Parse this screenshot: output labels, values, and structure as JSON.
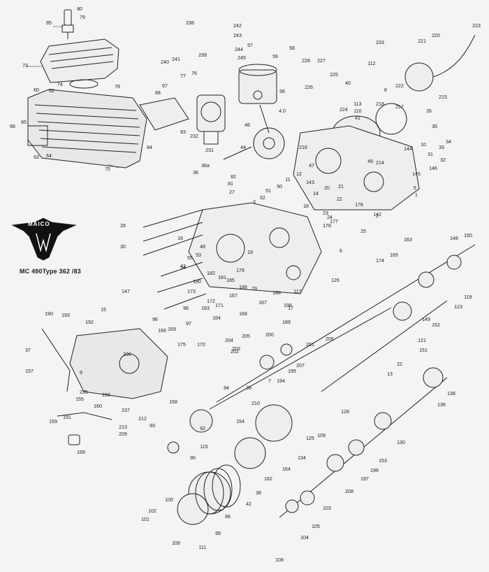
{
  "diagram": {
    "brand_logo_text": "MAICO",
    "model_caption": "MC 490Type 362 /83",
    "part_labels": [
      {
        "id": "85"
      },
      {
        "id": "80"
      },
      {
        "id": "79"
      },
      {
        "id": "73"
      },
      {
        "id": "74"
      },
      {
        "id": "78"
      },
      {
        "id": "60"
      },
      {
        "id": "62"
      },
      {
        "id": "66"
      },
      {
        "id": "65"
      },
      {
        "id": "63"
      },
      {
        "id": "64"
      },
      {
        "id": "75"
      },
      {
        "id": "238"
      },
      {
        "id": "242"
      },
      {
        "id": "243"
      },
      {
        "id": "241"
      },
      {
        "id": "239"
      },
      {
        "id": "244"
      },
      {
        "id": "57"
      },
      {
        "id": "245"
      },
      {
        "id": "240"
      },
      {
        "id": "67"
      },
      {
        "id": "68"
      },
      {
        "id": "77"
      },
      {
        "id": "76"
      },
      {
        "id": "232"
      },
      {
        "id": "231"
      },
      {
        "id": "83"
      },
      {
        "id": "84"
      },
      {
        "id": "59"
      },
      {
        "id": "58"
      },
      {
        "id": "56"
      },
      {
        "id": "4.0"
      },
      {
        "id": "46"
      },
      {
        "id": "44"
      },
      {
        "id": "228"
      },
      {
        "id": "227"
      },
      {
        "id": "225"
      },
      {
        "id": "226"
      },
      {
        "id": "224"
      },
      {
        "id": "233"
      },
      {
        "id": "221"
      },
      {
        "id": "220"
      },
      {
        "id": "223"
      },
      {
        "id": "112"
      },
      {
        "id": "40"
      },
      {
        "id": "113"
      },
      {
        "id": "110"
      },
      {
        "id": "41"
      },
      {
        "id": "8"
      },
      {
        "id": "218"
      },
      {
        "id": "217"
      },
      {
        "id": "222"
      },
      {
        "id": "215"
      },
      {
        "id": "26"
      },
      {
        "id": "35"
      },
      {
        "id": "34"
      },
      {
        "id": "33"
      },
      {
        "id": "31"
      },
      {
        "id": "32"
      },
      {
        "id": "10"
      },
      {
        "id": "144"
      },
      {
        "id": "49"
      },
      {
        "id": "214"
      },
      {
        "id": "145"
      },
      {
        "id": "146"
      },
      {
        "id": "216"
      },
      {
        "id": "47"
      },
      {
        "id": "36"
      },
      {
        "id": "36a"
      },
      {
        "id": "82"
      },
      {
        "id": "81"
      },
      {
        "id": "27"
      },
      {
        "id": "11"
      },
      {
        "id": "12"
      },
      {
        "id": "143"
      },
      {
        "id": "20"
      },
      {
        "id": "50"
      },
      {
        "id": "51"
      },
      {
        "id": "52"
      },
      {
        "id": "3"
      },
      {
        "id": "21"
      },
      {
        "id": "22"
      },
      {
        "id": "14"
      },
      {
        "id": "18"
      },
      {
        "id": "23"
      },
      {
        "id": "24"
      },
      {
        "id": "176"
      },
      {
        "id": "142"
      },
      {
        "id": "5"
      },
      {
        "id": "1"
      },
      {
        "id": "2"
      },
      {
        "id": "178"
      },
      {
        "id": "177"
      },
      {
        "id": "25"
      },
      {
        "id": "163"
      },
      {
        "id": "165"
      },
      {
        "id": "174"
      },
      {
        "id": "6"
      },
      {
        "id": "28"
      },
      {
        "id": "30"
      },
      {
        "id": "16"
      },
      {
        "id": "48"
      },
      {
        "id": "55"
      },
      {
        "id": "53"
      },
      {
        "id": "54"
      },
      {
        "id": "43"
      },
      {
        "id": "19"
      },
      {
        "id": "182"
      },
      {
        "id": "179"
      },
      {
        "id": "180"
      },
      {
        "id": "181"
      },
      {
        "id": "185"
      },
      {
        "id": "186"
      },
      {
        "id": "29"
      },
      {
        "id": "147"
      },
      {
        "id": "173"
      },
      {
        "id": "172"
      },
      {
        "id": "171"
      },
      {
        "id": "168"
      },
      {
        "id": "183"
      },
      {
        "id": "184"
      },
      {
        "id": "167"
      },
      {
        "id": "188"
      },
      {
        "id": "187"
      },
      {
        "id": "189"
      },
      {
        "id": "17"
      },
      {
        "id": "117"
      },
      {
        "id": "126"
      },
      {
        "id": "148"
      },
      {
        "id": "150"
      },
      {
        "id": "119"
      },
      {
        "id": "123"
      },
      {
        "id": "149"
      },
      {
        "id": "152"
      },
      {
        "id": "121"
      },
      {
        "id": "151"
      },
      {
        "id": "22"
      },
      {
        "id": "13"
      },
      {
        "id": "15"
      },
      {
        "id": "97"
      },
      {
        "id": "98"
      },
      {
        "id": "96"
      },
      {
        "id": "166"
      },
      {
        "id": "169"
      },
      {
        "id": "175"
      },
      {
        "id": "170"
      },
      {
        "id": "204"
      },
      {
        "id": "205"
      },
      {
        "id": "203"
      },
      {
        "id": "202"
      },
      {
        "id": "201"
      },
      {
        "id": "206"
      },
      {
        "id": "207"
      },
      {
        "id": "195"
      },
      {
        "id": "194"
      },
      {
        "id": "7"
      },
      {
        "id": "210"
      },
      {
        "id": "190"
      },
      {
        "id": "193"
      },
      {
        "id": "192"
      },
      {
        "id": "236"
      },
      {
        "id": "37"
      },
      {
        "id": "9"
      },
      {
        "id": "235"
      },
      {
        "id": "156"
      },
      {
        "id": "237"
      },
      {
        "id": "158"
      },
      {
        "id": "157"
      },
      {
        "id": "155"
      },
      {
        "id": "160"
      },
      {
        "id": "159"
      },
      {
        "id": "191"
      },
      {
        "id": "212"
      },
      {
        "id": "213"
      },
      {
        "id": "209"
      },
      {
        "id": "199"
      },
      {
        "id": "115"
      },
      {
        "id": "90"
      },
      {
        "id": "109"
      },
      {
        "id": "154"
      },
      {
        "id": "128"
      },
      {
        "id": "134"
      },
      {
        "id": "125"
      },
      {
        "id": "136"
      },
      {
        "id": "138"
      },
      {
        "id": "130"
      },
      {
        "id": "153"
      },
      {
        "id": "196"
      },
      {
        "id": "197"
      },
      {
        "id": "208"
      },
      {
        "id": "103"
      },
      {
        "id": "105"
      },
      {
        "id": "104"
      },
      {
        "id": "108"
      },
      {
        "id": "102"
      },
      {
        "id": "100"
      },
      {
        "id": "101"
      },
      {
        "id": "106"
      },
      {
        "id": "111"
      },
      {
        "id": "99"
      },
      {
        "id": "86"
      },
      {
        "id": "42"
      },
      {
        "id": "38"
      },
      {
        "id": "162"
      },
      {
        "id": "164"
      },
      {
        "id": "92"
      },
      {
        "id": "93"
      },
      {
        "id": "94"
      },
      {
        "id": "39"
      },
      {
        "id": "200"
      },
      {
        "id": "198"
      }
    ]
  }
}
